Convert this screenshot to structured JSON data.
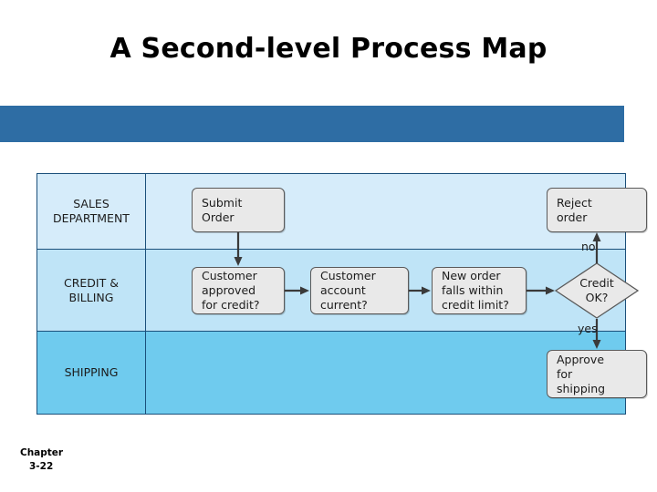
{
  "slide": {
    "title": "A Second-level Process Map",
    "footer_line1": "Chapter",
    "footer_line2": "3-22",
    "banner_color": "#2e6da4"
  },
  "diagram": {
    "lanes": [
      {
        "label": "SALES\nDEPARTMENT",
        "color": "#d6ecfa"
      },
      {
        "label": "CREDIT &\nBILLING",
        "color": "#bfe4f7"
      },
      {
        "label": "SHIPPING",
        "color": "#6fcbee"
      }
    ],
    "boxes": [
      {
        "id": "submit-order",
        "text": "Submit\nOrder"
      },
      {
        "id": "reject-order",
        "text": "Reject\norder"
      },
      {
        "id": "customer-approved",
        "text": "Customer\napproved\nfor credit?"
      },
      {
        "id": "customer-account",
        "text": "Customer\naccount\ncurrent?"
      },
      {
        "id": "new-order",
        "text": "New order\nfalls within\ncredit limit?"
      },
      {
        "id": "approve-shipping",
        "text": "Approve\nfor\nshipping"
      }
    ],
    "decision": {
      "id": "credit-ok",
      "text": "Credit\nOK?"
    },
    "flow_labels": {
      "no": "no",
      "yes": "yes"
    }
  }
}
